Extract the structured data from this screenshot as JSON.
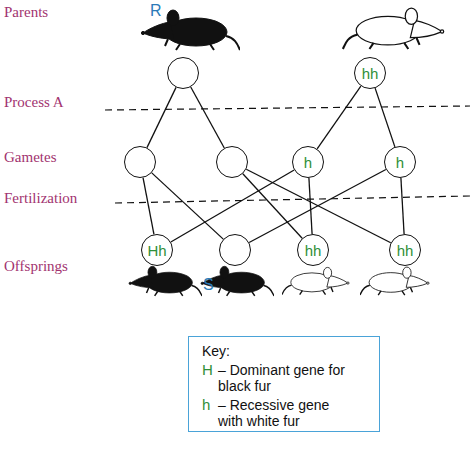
{
  "diagram": {
    "nodes": [
      {
        "text": []
      },
      {
        "text": [
          "hh"
        ]
      },
      {
        "text": []
      },
      {
        "text": []
      },
      {
        "text": [
          "h"
        ]
      },
      {
        "text": [
          "h"
        ]
      },
      {
        "text": [
          "Hh"
        ]
      },
      {
        "text": []
      },
      {
        "text": [
          "hh"
        ]
      },
      {
        "text": [
          "hh"
        ]
      },
      {
        "text": [
          "Key:",
          "H",
          "– Dominant gene for black fur",
          "h",
          "– Recessive gene with white fur"
        ]
      }
    ],
    "edges": [
      {
        "from": 0,
        "to": 2,
        "arrow": "none"
      },
      {
        "from": 0,
        "to": 3,
        "arrow": "none"
      },
      {
        "from": 1,
        "to": 4,
        "arrow": "none"
      },
      {
        "from": 1,
        "to": 5,
        "arrow": "none"
      },
      {
        "from": 2,
        "to": 6,
        "arrow": "none"
      },
      {
        "from": 4,
        "to": 6,
        "arrow": "none"
      },
      {
        "from": 2,
        "to": 7,
        "arrow": "none"
      },
      {
        "from": 5,
        "to": 7,
        "arrow": "none"
      },
      {
        "from": 3,
        "to": 8,
        "arrow": "none"
      },
      {
        "from": 4,
        "to": 8,
        "arrow": "none"
      },
      {
        "from": 3,
        "to": 9,
        "arrow": "none"
      },
      {
        "from": 5,
        "to": 9,
        "arrow": "none"
      }
    ],
    "labels": [
      "Parents",
      "Process A",
      "Gametes",
      "Fertilization",
      "Offsprings",
      "R",
      "S"
    ]
  }
}
